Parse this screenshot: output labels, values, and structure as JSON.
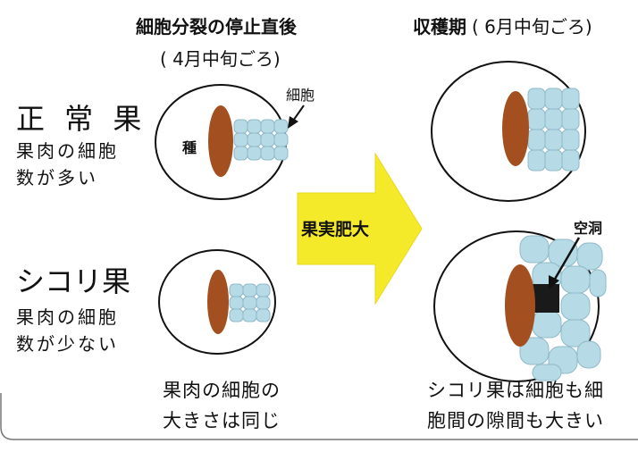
{
  "header": {
    "left_title": "細胞分裂の停止直後",
    "left_sub": "( 4月中旬ごろ)",
    "right_title": "収穫期",
    "right_sub": "( 6月中旬ごろ)"
  },
  "rows": {
    "normal": {
      "title": "正 常 果",
      "desc_line1": "果肉の細胞",
      "desc_line2": "数が多い"
    },
    "shikori": {
      "title": "シコリ果",
      "desc_line1": "果肉の細胞",
      "desc_line2": "数が少ない"
    }
  },
  "labels": {
    "cell": "細胞",
    "seed": "種",
    "cavity": "空洞",
    "arrow": "果実肥大"
  },
  "captions": {
    "left_line1": "果肉の細胞の",
    "left_line2": "大きさは同じ",
    "right_line1": "シコリ果は細胞も細",
    "right_line2": "胞間の隙間も大きい"
  },
  "colors": {
    "seed": "#a34f1f",
    "cell": "#b7dbe6",
    "arrow": "#f4ea2a",
    "cavity": "#1a1a1a"
  }
}
